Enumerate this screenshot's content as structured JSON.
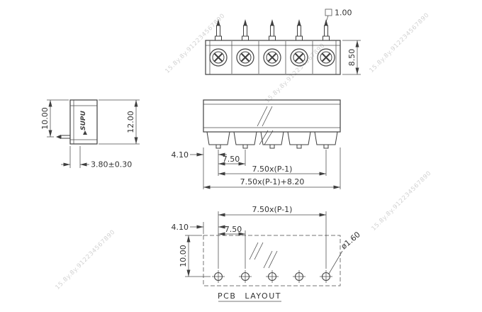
{
  "watermark": {
    "text": "15.8y.8y.912234567890"
  },
  "top_view": {
    "pin_square": "1.00",
    "height": "8.50"
  },
  "side_view": {
    "body_height": "10.00",
    "total_height": "12.00",
    "pin_offset": "3.80±0.30",
    "brand": "SUPU"
  },
  "front_view": {
    "edge_to_pin": "4.10",
    "pitch": "7.50",
    "span": "7.50x(P-1)",
    "total_width": "7.50x(P-1)+8.20"
  },
  "pcb_layout": {
    "span": "7.50x(P-1)",
    "edge_to_hole": "4.10",
    "pitch": "7.50",
    "row_offset": "10.00",
    "hole_diameter": "ø1.60",
    "caption": "PCB LAYOUT"
  }
}
